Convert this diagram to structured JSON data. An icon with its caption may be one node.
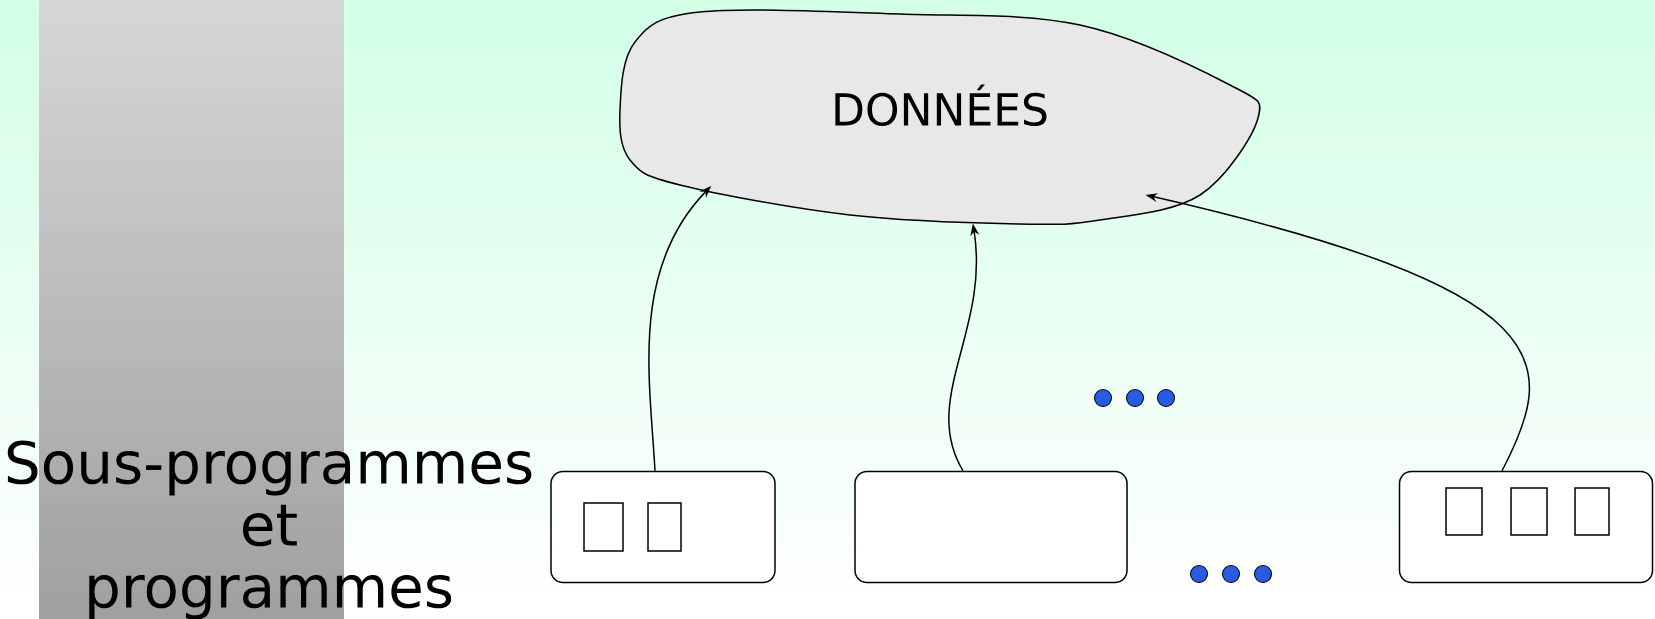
{
  "diagram": {
    "nodes": [
      {
        "text": [
          "DONNÉES"
        ]
      },
      {
        "text": [],
        "shape": "box"
      },
      {
        "text": [],
        "shape": "box"
      },
      {
        "text": [],
        "shape": "box"
      }
    ],
    "edges": [
      {
        "from": 1,
        "to": 0,
        "arrow": "to"
      },
      {
        "from": 2,
        "to": 0,
        "arrow": "to"
      },
      {
        "from": 3,
        "to": 0,
        "arrow": "to"
      }
    ],
    "labels": [
      "Sous-programmes et programmes"
    ]
  }
}
